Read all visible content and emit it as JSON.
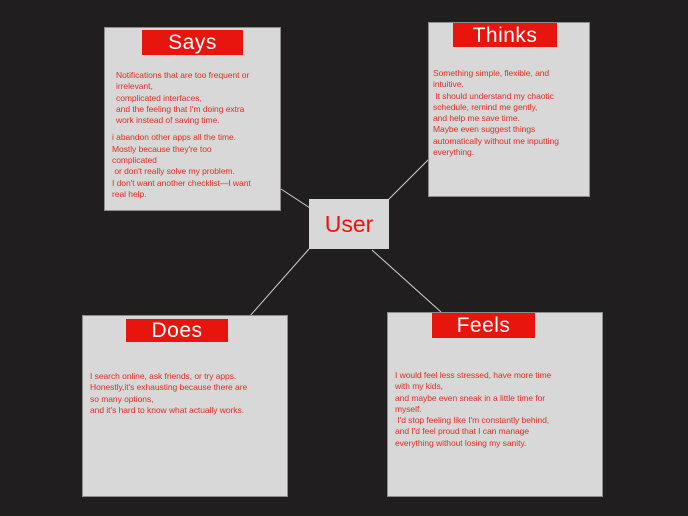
{
  "colors": {
    "background": "#201e1e",
    "card_fill": "#d8d8d8",
    "accent_red": "#e8150f",
    "body_text_red": "#e12d25",
    "title_text": "#ffffff",
    "connector": "#d2d2d2"
  },
  "center_node": {
    "label": "User"
  },
  "quadrants": {
    "says": {
      "title": "Says",
      "paragraph_1": "Notifications that are too frequent or\nirrelevant,\ncomplicated interfaces,\nand the feeling that I'm doing extra\nwork instead of saving time.",
      "paragraph_2": "i abandon other apps all the time.\nMostly because they're too\ncomplicated\n or don't really solve my problem.\nI don't want another checklist—I want\nreal help."
    },
    "thinks": {
      "title": "Thinks",
      "paragraph_1": "Something simple, flexible, and\nintuitive.\n It should understand my chaotic\nschedule, remind me gently,\nand help me save time.\nMaybe even suggest things\nautomatically without me inputting\neverything."
    },
    "does": {
      "title": "Does",
      "paragraph_1": "I search online, ask friends, or try apps.\nHonestly,it's exhausting because there are\nso many options,\nand it's hard to know what actually works."
    },
    "feels": {
      "title": "Feels",
      "paragraph_1": "I would feel less stressed, have more time\nwith my kids,\nand maybe even sneak in a little time for\nmyself.\n I'd stop feeling like I'm constantly behind,\nand I'd feel proud that I can manage\neverything without losing my sanity."
    }
  }
}
